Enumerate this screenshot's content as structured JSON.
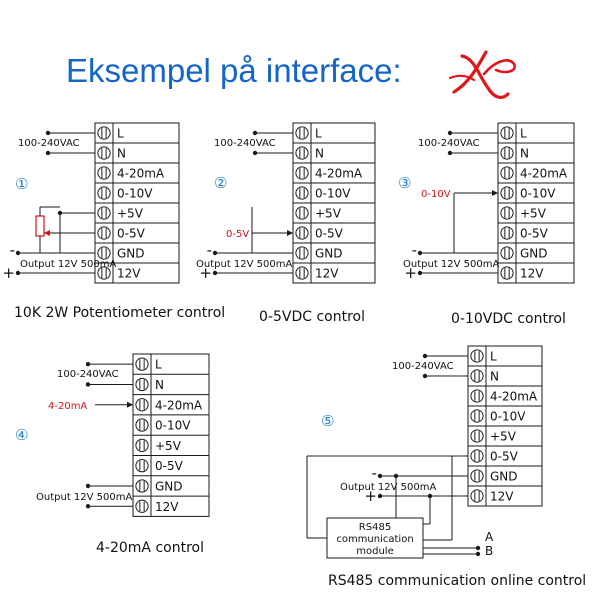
{
  "header": {
    "title": "Eksempel på interface:",
    "logo_icon": "red-script-logo-icon",
    "logo_color": "#e0161b"
  },
  "terminal_labels": [
    "L",
    "N",
    "4-20mA",
    "0-10V",
    "+5V",
    "0-5V",
    "GND",
    "12V"
  ],
  "panels": [
    {
      "index": "①",
      "power_label": "100-240VAC",
      "output_label": "Output 12V 500mA",
      "minus": "-",
      "plus": "+",
      "signal_label": "",
      "caption": "10K 2W Potentiometer control"
    },
    {
      "index": "②",
      "power_label": "100-240VAC",
      "output_label": "Output 12V 500mA",
      "minus": "-",
      "plus": "+",
      "signal_label": "0-5V",
      "caption": "0-5VDC control"
    },
    {
      "index": "③",
      "power_label": "100-240VAC",
      "output_label": "Output 12V 500mA",
      "minus": "-",
      "plus": "+",
      "signal_label": "0-10V",
      "caption": "0-10VDC control"
    },
    {
      "index": "④",
      "power_label": "100-240VAC",
      "output_label": "Output 12V 500mA",
      "minus": "",
      "plus": "",
      "signal_label": "4-20mA",
      "caption": "4-20mA control"
    },
    {
      "index": "⑤",
      "power_label": "100-240VAC",
      "output_label": "Output 12V 500mA",
      "minus": "-",
      "plus": "+",
      "signal_label": "",
      "caption": "RS485 communication online control",
      "module_lines": [
        "RS485",
        "communication",
        "module"
      ],
      "bus_a": "A",
      "bus_b": "B"
    }
  ],
  "colors": {
    "title": "#1565c8",
    "signal": "#d0141b",
    "index": "#2a7fc9",
    "line": "#1a1a1a"
  }
}
